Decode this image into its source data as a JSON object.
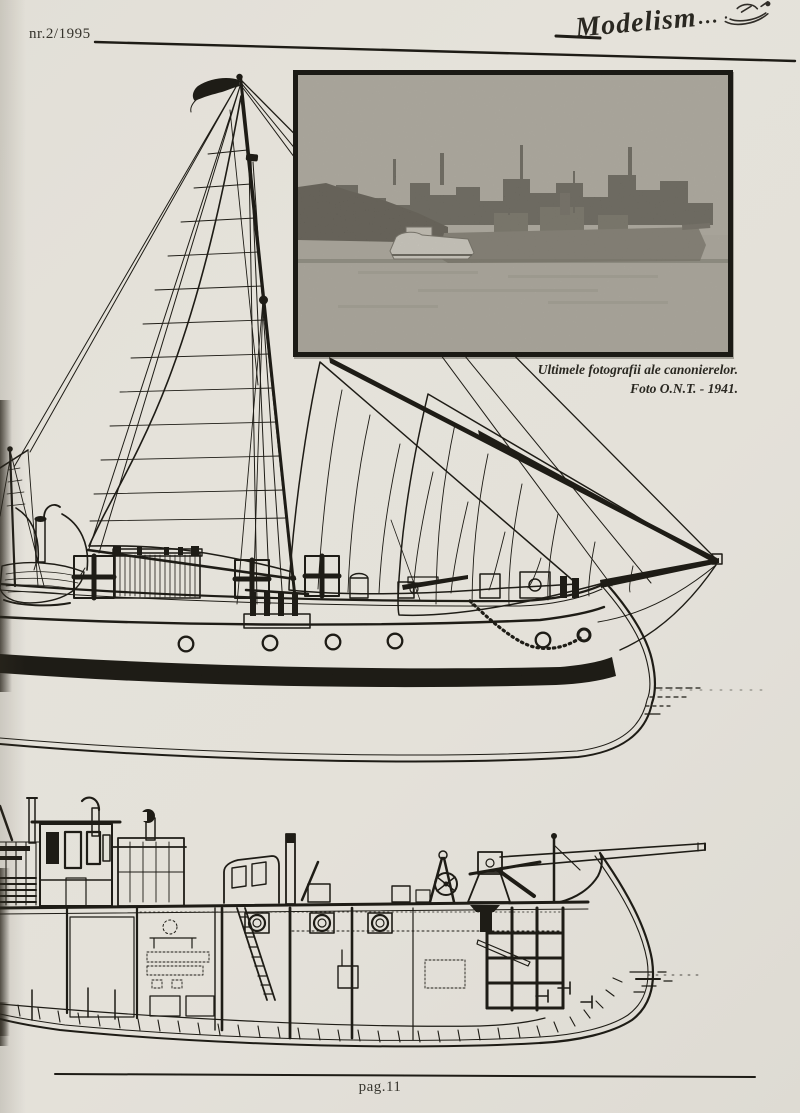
{
  "header": {
    "issue_number": "nr.2/1995",
    "magazine_title": "Modelism",
    "title_suffix": "..."
  },
  "photo": {
    "caption_line1": "Ultimele fotografii ale canonierelor.",
    "caption_line2": "Foto O.N.T. - 1941."
  },
  "footer": {
    "page_label": "pag.11"
  },
  "colors": {
    "paper": "#e9e6df",
    "ink": "#17150f",
    "photo_sky": "#b8b5ac",
    "photo_water": "#b3b0a6",
    "photo_dark_shore": "#3a382f",
    "photo_buildings": "#4a4840",
    "photo_gunboat": "#6f6d62"
  }
}
